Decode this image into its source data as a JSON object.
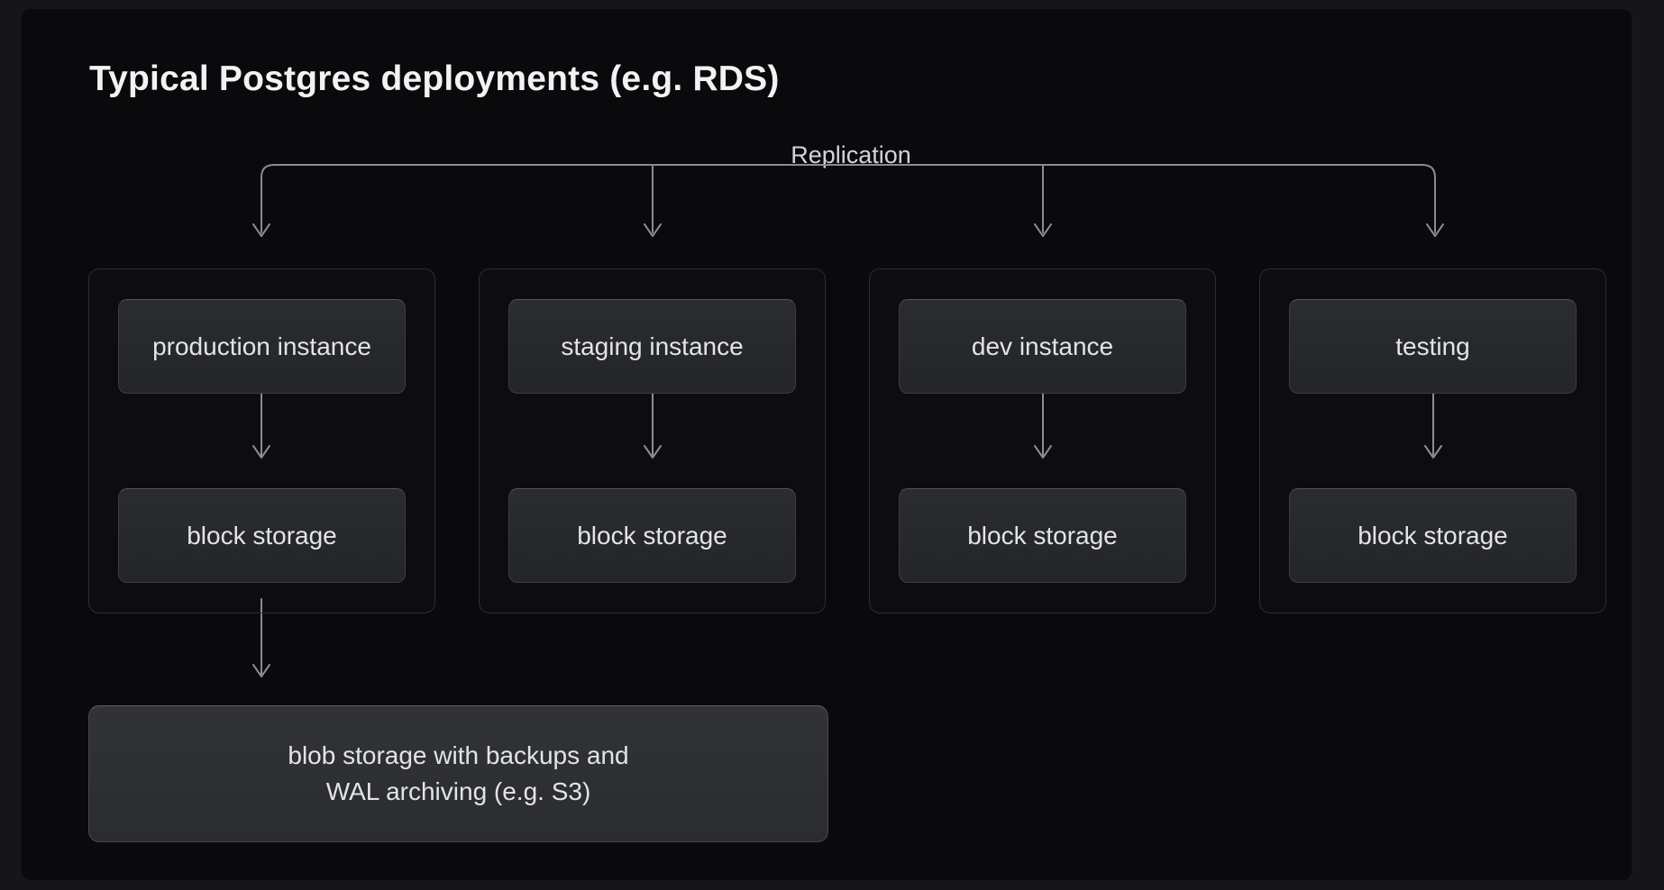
{
  "title": "Typical Postgres deployments (e.g. RDS)",
  "replication": {
    "label": "Replication"
  },
  "columns": [
    {
      "instance": "production instance",
      "storage": "block storage"
    },
    {
      "instance": "staging instance",
      "storage": "block storage"
    },
    {
      "instance": "dev instance",
      "storage": "block storage"
    },
    {
      "instance": "testing",
      "storage": "block storage"
    }
  ],
  "blob_storage": {
    "line1": "blob storage with backups and",
    "line2": "WAL archiving (e.g. S3)"
  },
  "colors": {
    "outer_background": "#15151a",
    "panel_background": "#0a0a0c",
    "node_fill_top": "#2a2c30",
    "node_fill_bottom": "#232528",
    "node_border": "#3c3e43",
    "container_border": "#2d2e32",
    "arrow": "#8b8c90",
    "title_text": "#f1f2f3",
    "node_text": "#e3e4e7"
  }
}
